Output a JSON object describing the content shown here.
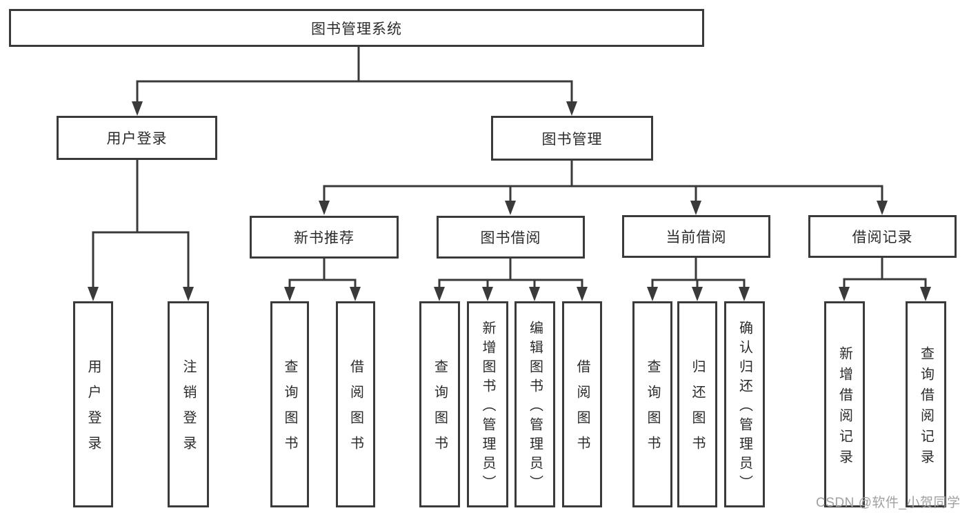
{
  "diagram": {
    "colors": {
      "line": "#3a3a3a",
      "text": "#2b2b2b",
      "background": "#ffffff",
      "watermark": "#a0a0a0"
    },
    "watermark": {
      "text": "CSDN @软件_小贺同学"
    },
    "tree": {
      "root": {
        "label": "图书管理系统",
        "children": [
          {
            "label": "用户登录",
            "children": [
              {
                "label": "用户登录"
              },
              {
                "label": "注销登录"
              }
            ]
          },
          {
            "label": "图书管理",
            "children": [
              {
                "label": "新书推荐",
                "children": [
                  {
                    "label": "查询图书"
                  },
                  {
                    "label": "借阅图书"
                  }
                ]
              },
              {
                "label": "图书借阅",
                "children": [
                  {
                    "label": "查询图书"
                  },
                  {
                    "label": "新增图书（管理员）"
                  },
                  {
                    "label": "编辑图书（管理员）"
                  },
                  {
                    "label": "借阅图书"
                  }
                ]
              },
              {
                "label": "当前借阅",
                "children": [
                  {
                    "label": "查询图书"
                  },
                  {
                    "label": "归还图书"
                  },
                  {
                    "label": "确认归还（管理员）"
                  }
                ]
              },
              {
                "label": "借阅记录",
                "children": [
                  {
                    "label": "新增借阅记录"
                  },
                  {
                    "label": "查询借阅记录"
                  }
                ]
              }
            ]
          }
        ]
      }
    }
  }
}
